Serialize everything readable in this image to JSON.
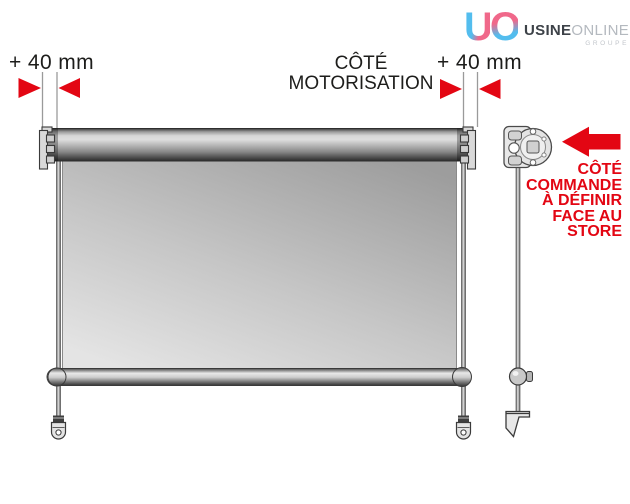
{
  "logo": {
    "monogram_letters": [
      "U",
      "O"
    ],
    "brand_primary": "USINE",
    "brand_secondary": "ONLINE",
    "brand_subtitle": "GROUPE"
  },
  "labels": {
    "left_offset": "+ 40 mm",
    "right_offset": "+ 40 mm",
    "motor_side": [
      "CÔTÉ",
      "MOTORISATION"
    ],
    "control_side": [
      "CÔTÉ",
      "COMMANDE",
      "À DÉFINIR",
      "FACE AU",
      "STORE"
    ]
  },
  "icons": {
    "direction_arrow": "left-arrow",
    "offset_markers": "inward-red-triangles"
  },
  "colors": {
    "accent_red": "#e30613",
    "text_dark": "#1d1d1b",
    "logo_blue": "#53bdee",
    "logo_pink": "#f0688a",
    "brand_dark": "#3d4248",
    "brand_gray": "#b4b9bf",
    "line_gray": "#9a9a9a"
  }
}
